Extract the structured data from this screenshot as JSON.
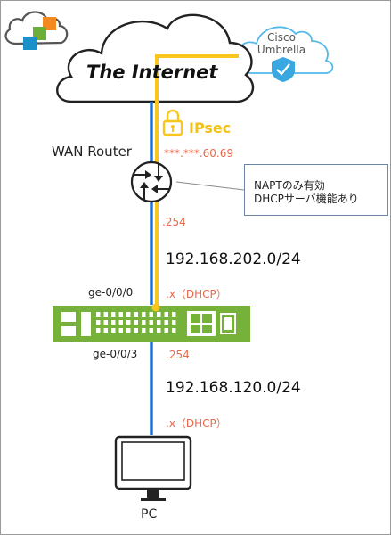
{
  "internet": {
    "label": "The Internet"
  },
  "cisco_umbrella": {
    "line1": "Cisco",
    "line2": "Umbrella"
  },
  "ipsec": {
    "label": "IPsec"
  },
  "wan_router": {
    "label": "WAN Router",
    "wan_ip": "***.***.60.69",
    "lan_ip": ".254"
  },
  "note": {
    "line1": "NAPTのみ有効",
    "line2": "DHCPサーバ機能あり"
  },
  "network_upper": {
    "label": "192.168.202.0/24"
  },
  "vedge": {
    "port_upper": "ge-0/0/0",
    "port_upper_ip": ".x（DHCP）",
    "port_lower": "ge-0/0/3",
    "port_lower_ip": ".254"
  },
  "network_lower": {
    "label": "192.168.120.0/24"
  },
  "pc": {
    "ip": ".x（DHCP）",
    "label": "PC"
  },
  "colors": {
    "link_blue": "#1c6fd1",
    "ipsec_yellow": "#f8c61c",
    "ip_orange": "#e86a4a",
    "vedge_green": "#76b13a"
  },
  "icons": [
    "vmware-sd-wan-logo-icon",
    "cloud-icon",
    "lock-icon",
    "router-icon",
    "shield-check-icon",
    "edge-appliance-icon",
    "monitor-icon"
  ]
}
